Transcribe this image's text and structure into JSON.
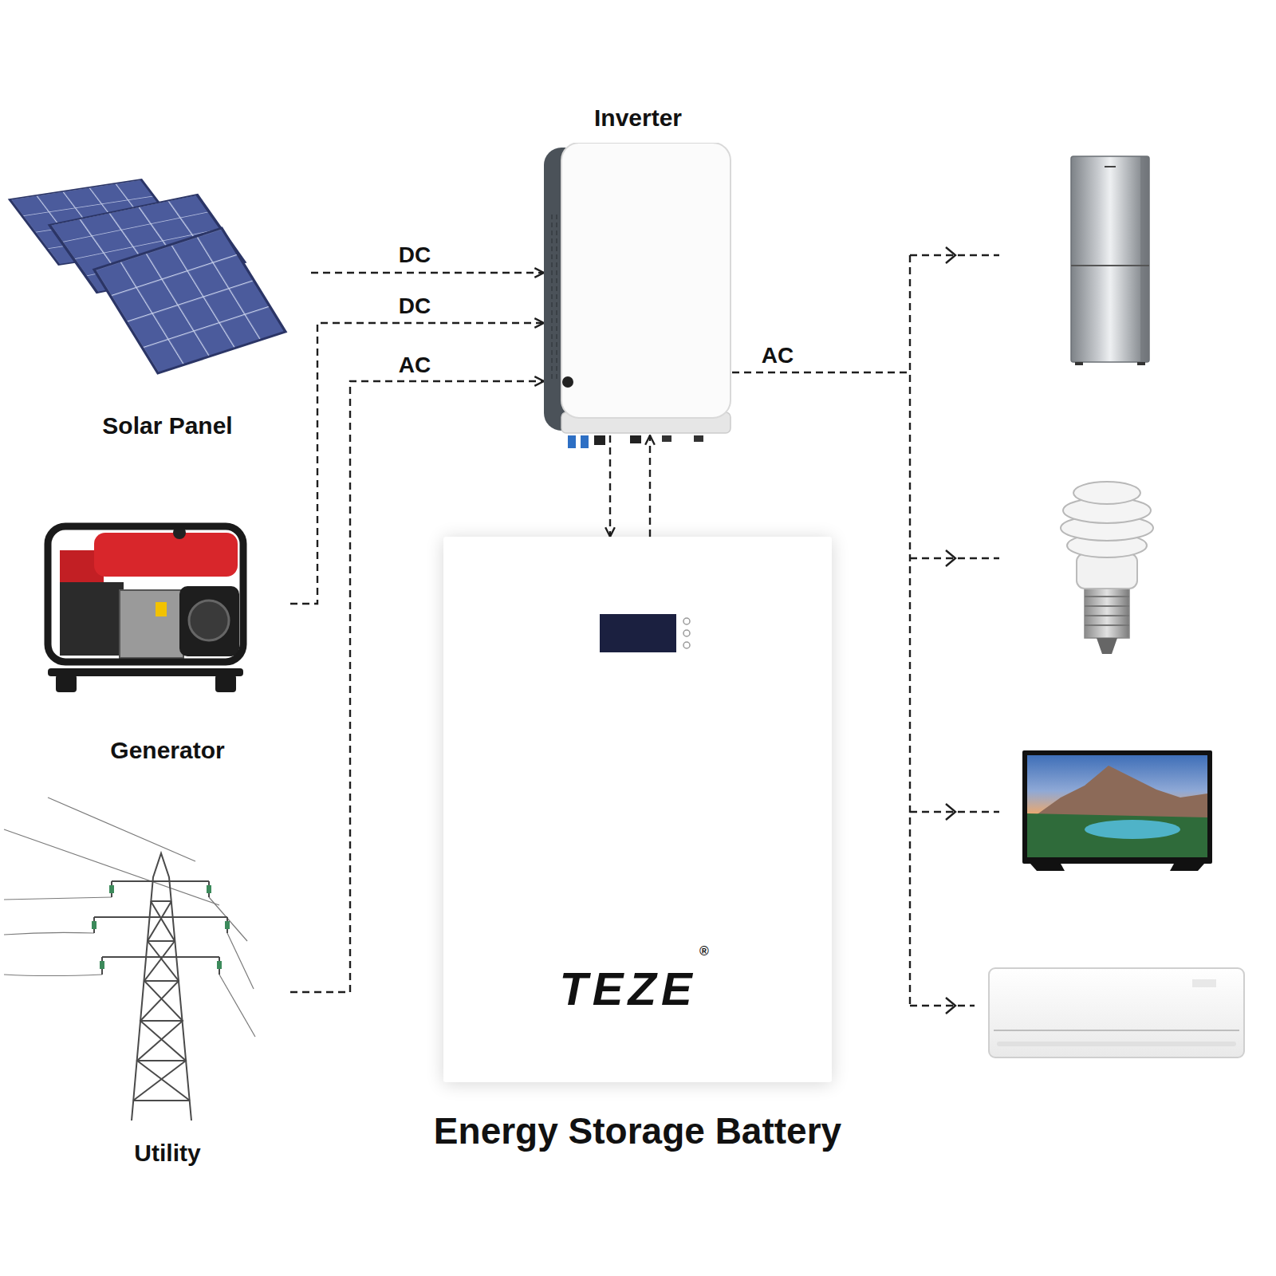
{
  "diagram": {
    "nodes": [
      {
        "text": [
          "Solar Panel"
        ]
      },
      {
        "text": [
          "Generator"
        ]
      },
      {
        "text": [
          "Utility"
        ]
      },
      {
        "text": [
          "Inverter"
        ]
      },
      {
        "text": [
          "TEZE",
          "Energy Storage Battery"
        ]
      }
    ],
    "edges": [
      {
        "from": 0,
        "to": 3,
        "label": "DC",
        "arrow": "to"
      },
      {
        "from": 1,
        "to": 3,
        "label": "DC",
        "arrow": "to"
      },
      {
        "from": 2,
        "to": 3,
        "label": "AC",
        "arrow": "to"
      },
      {
        "from": 3,
        "to": 4,
        "arrow": "to"
      },
      {
        "from": 4,
        "to": 3,
        "arrow": "to"
      }
    ],
    "labels": [
      "AC",
      "®"
    ]
  }
}
